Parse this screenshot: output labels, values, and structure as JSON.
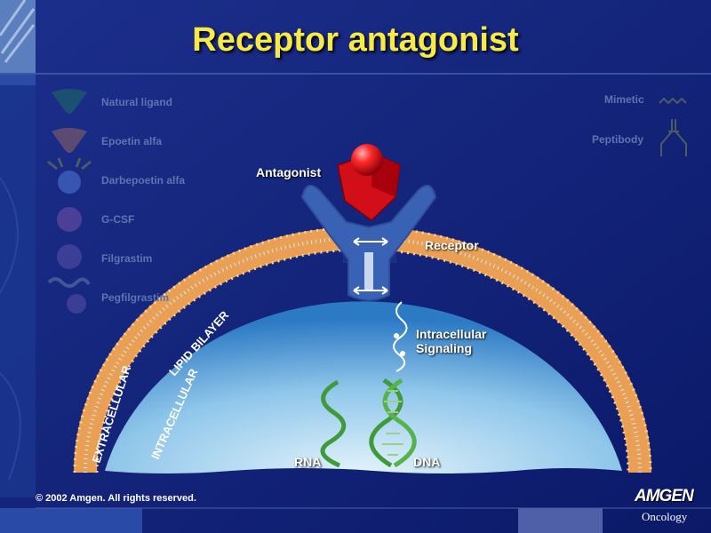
{
  "title": "Receptor antagonist",
  "legend_left": [
    "Natural ligand",
    "Epoetin alfa",
    "Darbepoetin alfa",
    "G-CSF",
    "Filgrastim",
    "Pegfilgrastim"
  ],
  "legend_right": [
    "Mimetic",
    "Peptibody"
  ],
  "labels": {
    "antagonist": "Antagonist",
    "receptor": "Receptor",
    "signaling_line1": "Intracellular",
    "signaling_line2": "Signaling",
    "rna": "RNA",
    "dna": "DNA",
    "extracellular": "EXTRACELLULAR",
    "lipid_bilayer": "LIPID BILAYER",
    "intracellular": "INTRACELLULAR"
  },
  "footer": {
    "copyright": "© 2002 Amgen. All rights reserved.",
    "brand": "AMGEN",
    "brand_sub": "Oncology"
  },
  "colors": {
    "title": "#f7ea46",
    "background": "#0f1f74",
    "receptor": "#3a5fb0",
    "antagonist": "#e0121c",
    "membrane": "#f0a050",
    "rna_dna": "#3f9a3a"
  }
}
